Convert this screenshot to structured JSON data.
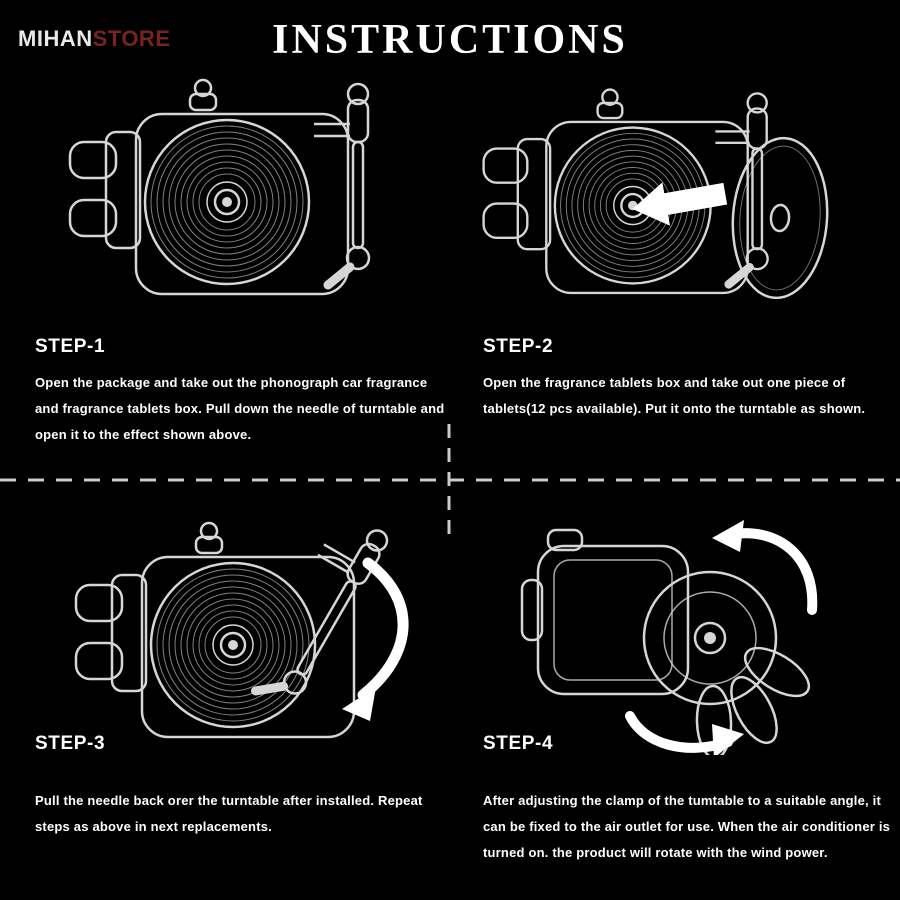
{
  "header": {
    "logo": {
      "part1": "MIHAN",
      "part2": "STORE"
    },
    "title": "INSTRUCTIONS"
  },
  "steps": [
    {
      "label": "STEP-1",
      "description": "Open the package and take out the phonograph car fragrance and fragrance tablets box. Pull down the needle of turntable and open it to the effect shown above."
    },
    {
      "label": "STEP-2",
      "description": "Open the fragrance tablets box and take out one piece of tablets(12 pcs available). Put it onto the turntable as shown."
    },
    {
      "label": "STEP-3",
      "description": "Pull the needle back orer the turntable after installed. Repeat steps as above in next replacements."
    },
    {
      "label": "STEP-4",
      "description": "After adjusting the clamp of the tumtable to a suitable angle, it can be fixed to the air outlet for use. When the air conditioner is turned on. the product will rotate with the wind power."
    }
  ],
  "colors": {
    "background": "#000000",
    "text": "#ffffff",
    "logo_red": "#7a2121",
    "line_art": "#d6d6d6"
  }
}
